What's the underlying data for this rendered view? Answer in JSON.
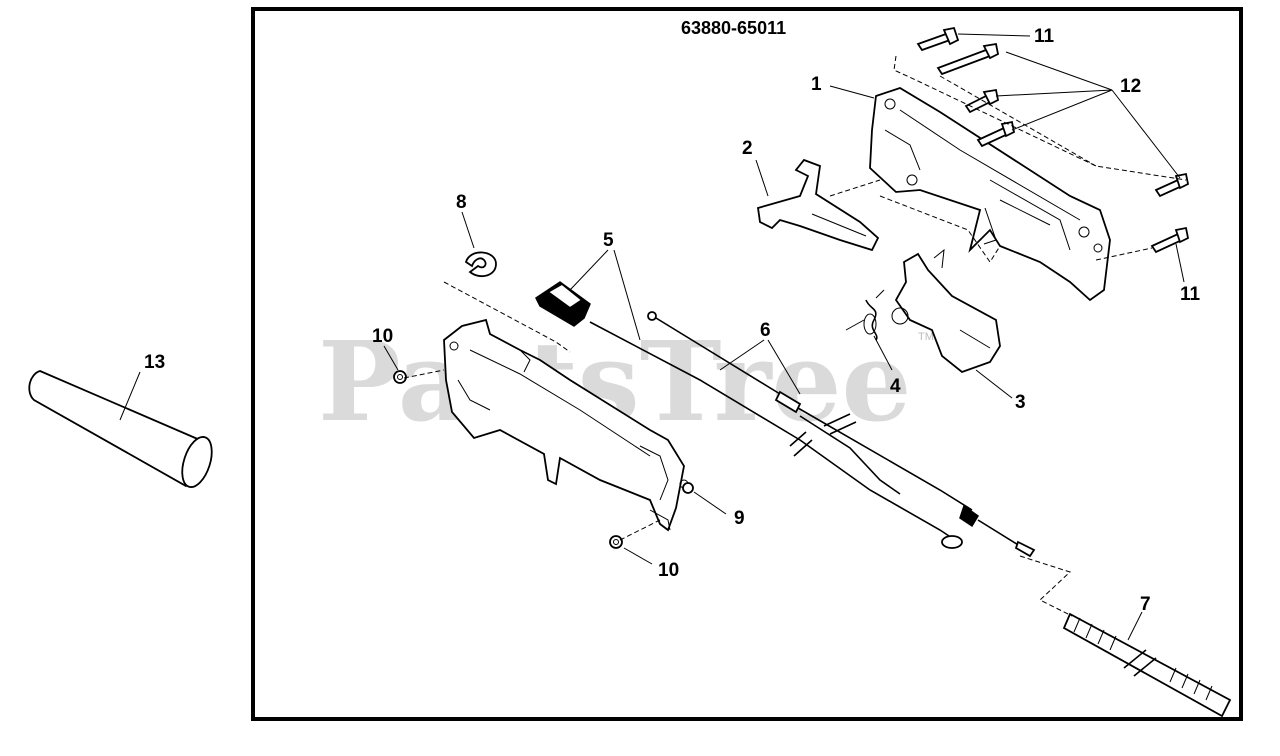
{
  "diagram": {
    "part_code": "63880-65011",
    "watermark": "PartsTree",
    "watermark_tm": "TM",
    "callouts": {
      "c1": "1",
      "c2": "2",
      "c3": "3",
      "c4": "4",
      "c5": "5",
      "c6": "6",
      "c7": "7",
      "c8": "8",
      "c9": "9",
      "c10a": "10",
      "c10b": "10",
      "c11a": "11",
      "c11b": "11",
      "c12": "12",
      "c13": "13"
    }
  }
}
